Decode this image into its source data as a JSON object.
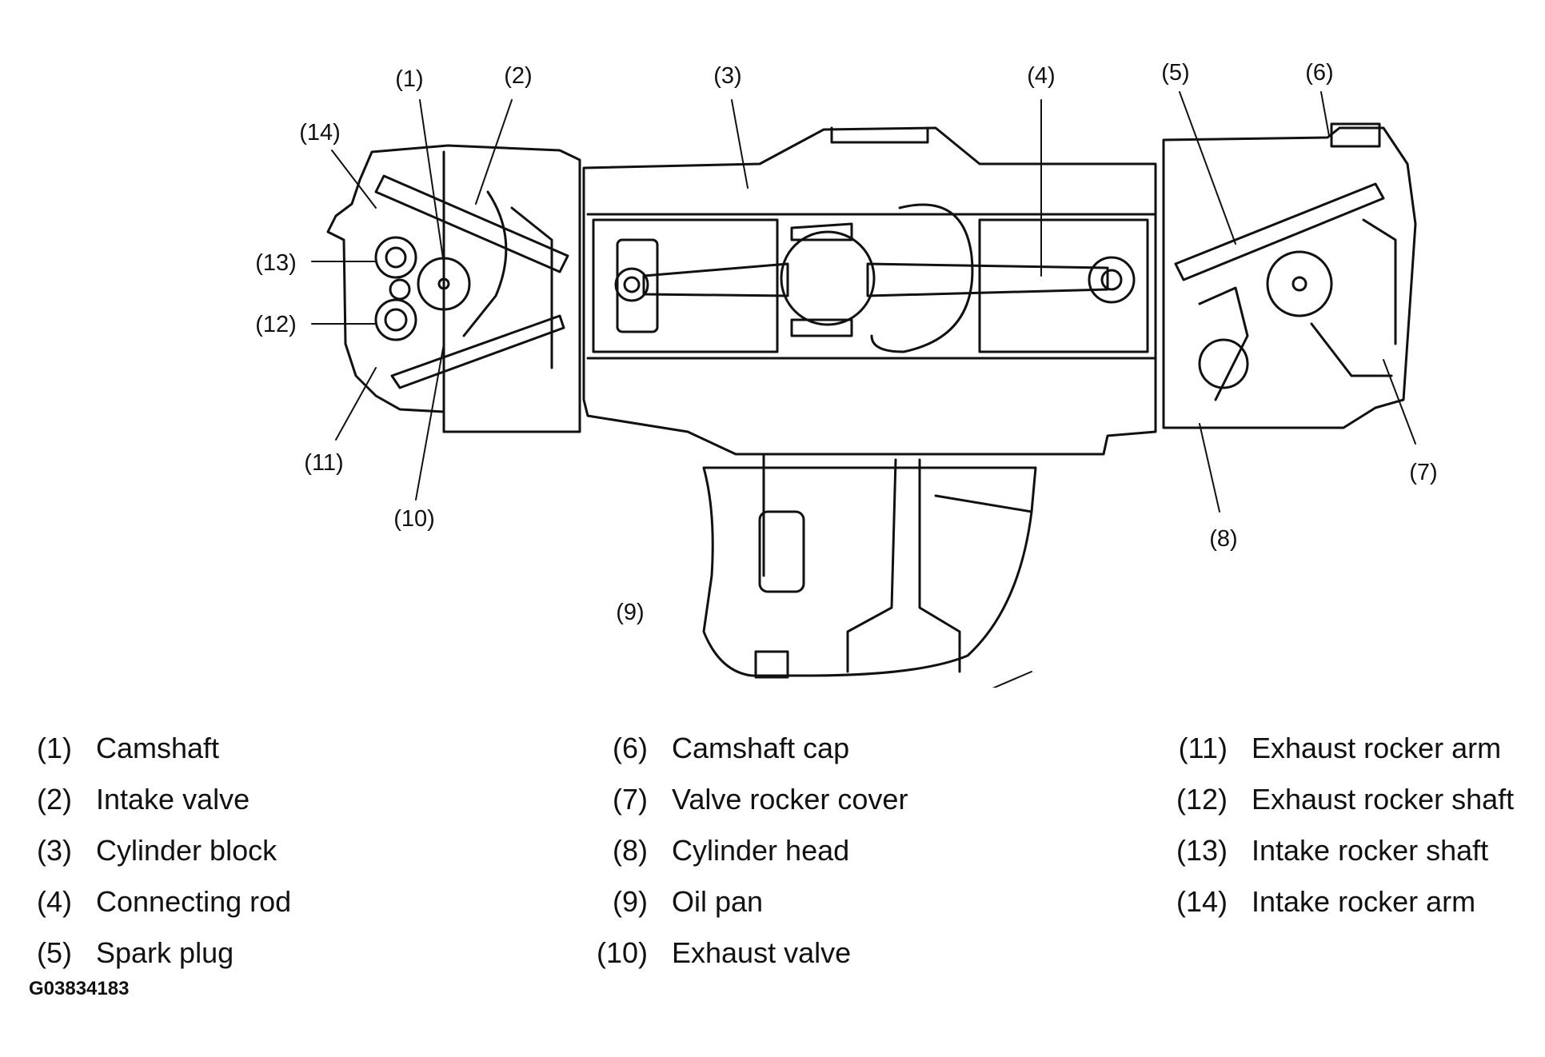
{
  "callouts": [
    "(1)",
    "(2)",
    "(3)",
    "(4)",
    "(5)",
    "(6)",
    "(7)",
    "(8)",
    "(9)",
    "(10)",
    "(11)",
    "(12)",
    "(13)",
    "(14)"
  ],
  "legend": {
    "col1": [
      {
        "num": "(1)",
        "label": "Camshaft"
      },
      {
        "num": "(2)",
        "label": "Intake valve"
      },
      {
        "num": "(3)",
        "label": "Cylinder block"
      },
      {
        "num": "(4)",
        "label": "Connecting rod"
      },
      {
        "num": "(5)",
        "label": "Spark plug"
      }
    ],
    "col2": [
      {
        "num": "(6)",
        "label": "Camshaft cap"
      },
      {
        "num": "(7)",
        "label": "Valve rocker cover"
      },
      {
        "num": "(8)",
        "label": "Cylinder head"
      },
      {
        "num": "(9)",
        "label": "Oil pan"
      },
      {
        "num": "(10)",
        "label": "Exhaust valve"
      }
    ],
    "col3": [
      {
        "num": "(11)",
        "label": "Exhaust rocker arm"
      },
      {
        "num": "(12)",
        "label": "Exhaust rocker shaft"
      },
      {
        "num": "(13)",
        "label": "Intake rocker shaft"
      },
      {
        "num": "(14)",
        "label": "Intake rocker arm"
      }
    ]
  },
  "figure_code": "G03834183"
}
